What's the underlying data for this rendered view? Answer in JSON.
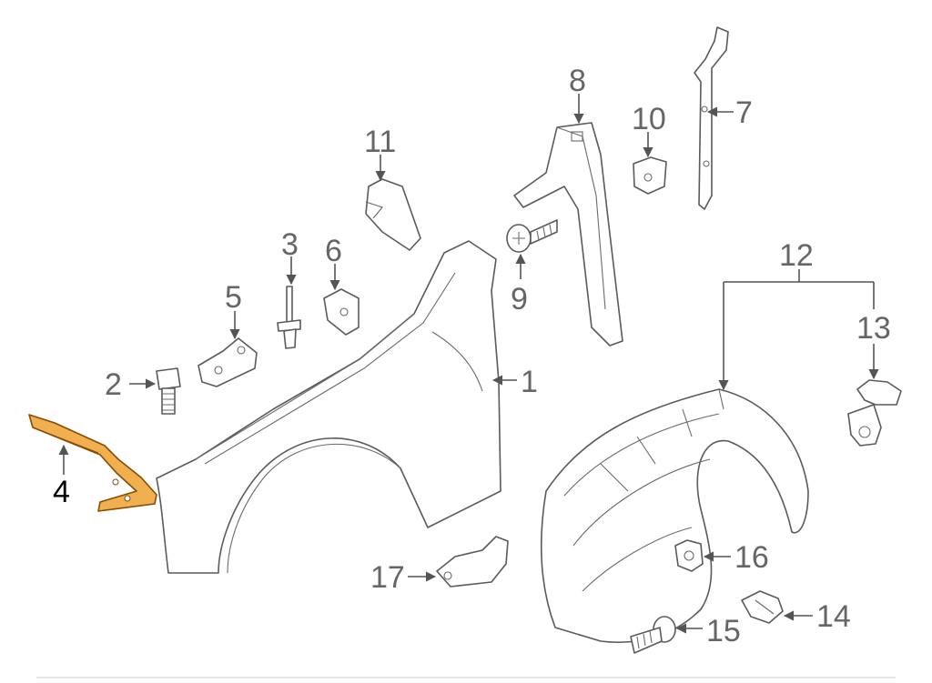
{
  "callouts": {
    "c1": "1",
    "c2": "2",
    "c3": "3",
    "c4": "4",
    "c5": "5",
    "c6": "6",
    "c7": "7",
    "c8": "8",
    "c9": "9",
    "c10": "10",
    "c11": "11",
    "c12": "12",
    "c13": "13",
    "c14": "14",
    "c15": "15",
    "c16": "16",
    "c17": "17"
  },
  "highlight_color": "#f0b050",
  "highlighted_callout": "4"
}
